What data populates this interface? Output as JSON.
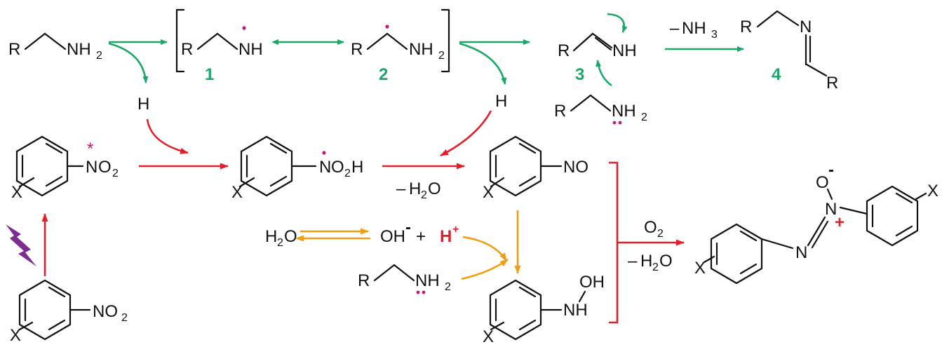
{
  "colors": {
    "green": "#1aa867",
    "red": "#e3202a",
    "orange": "#f39c12",
    "magenta": "#c2187a",
    "purple": "#7b2d91",
    "black": "#111111"
  },
  "amine": {
    "r": "R",
    "nh": "NH",
    "sub2": "2"
  },
  "radical1": {
    "r": "R",
    "nh": "NH",
    "label": "1"
  },
  "radical2": {
    "r": "R",
    "nh": "NH",
    "sub2": "2",
    "label": "2"
  },
  "imine": {
    "r": "R",
    "nh": "NH",
    "label": "3"
  },
  "imine_amine": {
    "r": "R",
    "nh": "NH",
    "sub2": "2"
  },
  "elimination_nh3": {
    "minus": "–",
    "nh": "NH",
    "sub3": "3"
  },
  "product4": {
    "r1": "R",
    "n": "N",
    "r2": "R",
    "label": "4"
  },
  "h_left": "H",
  "h_right": "H",
  "nitro_excited": {
    "x": "X",
    "n": "N",
    "o": "O",
    "sub2": "2",
    "star": "*"
  },
  "nitro_radical": {
    "x": "X",
    "n": "N",
    "o": "O",
    "sub2": "2",
    "h": "H"
  },
  "nitroso": {
    "x": "X",
    "text": "NO"
  },
  "minus_water_1": {
    "minus": "–",
    "h": "H",
    "sub2": "2",
    "o": "O"
  },
  "nitro_ground": {
    "x": "X",
    "no": "NO",
    "sub2": "2"
  },
  "water_eq": {
    "h": "H",
    "sub2": "2",
    "o": "O",
    "oh": "OH",
    "minus": "-",
    "plus": "+",
    "hplus_h": "H",
    "hplus_charge": "+"
  },
  "amine_bottom": {
    "r": "R",
    "nh": "NH",
    "sub2": "2"
  },
  "hydroxylamine": {
    "x": "X",
    "oh": "OH",
    "nh": "NH"
  },
  "condensation": {
    "o": "O",
    "sub2": "2",
    "minus": "–",
    "h": "H",
    "sub2b": "2",
    "o2": "O"
  },
  "azoxy": {
    "x1": "X",
    "n1": "N",
    "n2": "N",
    "o": "O",
    "o_charge": "-",
    "n_charge": "+",
    "x2": "X"
  }
}
